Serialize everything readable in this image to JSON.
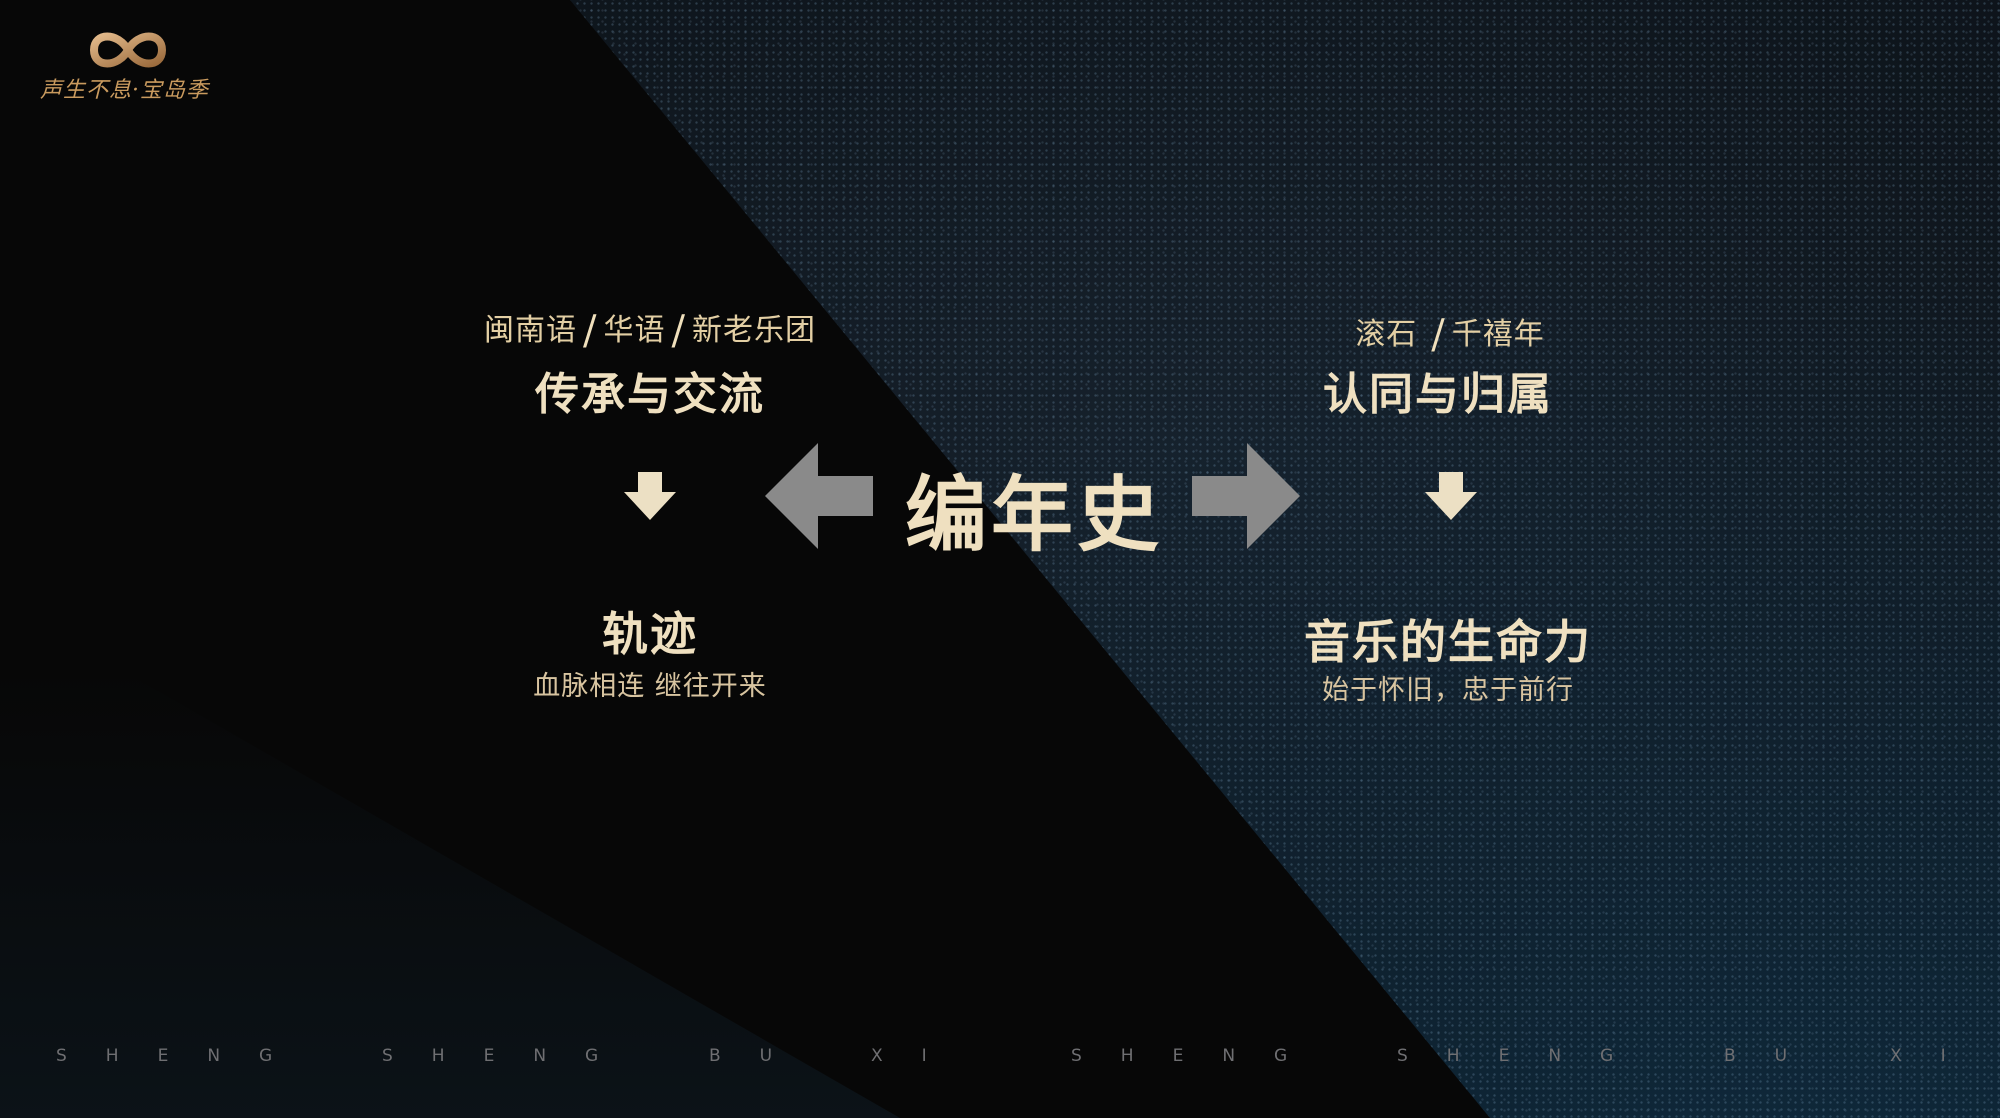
{
  "logo": {
    "text": "声生不息·宝岛季",
    "mark_icon": "infinity-icon",
    "color": "#c99a5e"
  },
  "center": {
    "title": "编年史",
    "arrow_left_icon": "arrow-left-icon",
    "arrow_right_icon": "arrow-right-icon",
    "arrow_color": "#8a8a8a"
  },
  "left": {
    "tags": [
      "闽南语",
      "华语",
      "新老乐团"
    ],
    "heading": "传承与交流",
    "down_icon": "arrow-down-icon",
    "result_title": "轨迹",
    "result_sub": "血脉相连 继往开来"
  },
  "right": {
    "tags": [
      "滚石",
      "千禧年"
    ],
    "heading": "认同与归属",
    "down_icon": "arrow-down-icon",
    "result_title": "音乐的生命力",
    "result_sub": "始于怀旧，忠于前行"
  },
  "footer": {
    "words": [
      "SHENG",
      "SHENG",
      "BU",
      "XI",
      "SHENG",
      "SHENG",
      "BU",
      "XI"
    ]
  },
  "colors": {
    "accent_gold": "#e8d3a8",
    "background": "#0a0a0b",
    "background_blue": "#0e151c"
  }
}
